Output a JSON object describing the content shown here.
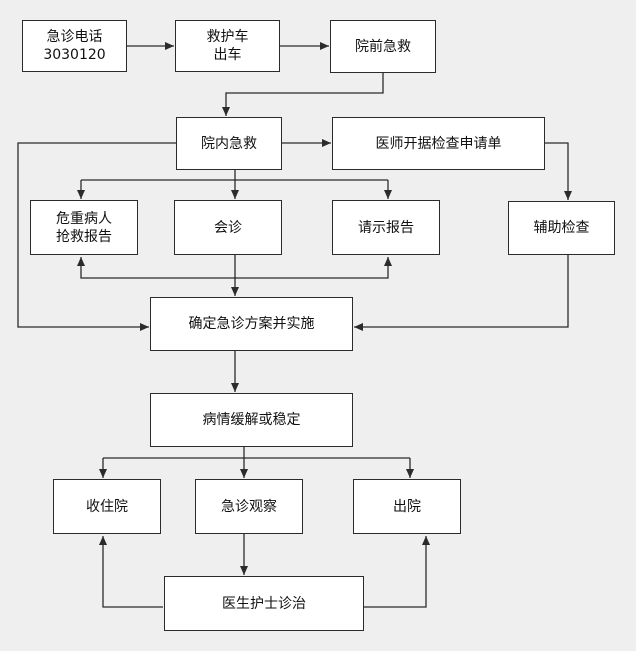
{
  "nodes": {
    "emergency_phone": {
      "label": "急诊电话",
      "sub": "3030120"
    },
    "ambulance": {
      "label": "救护车",
      "sub": "出车"
    },
    "prehospital": {
      "label": "院前急救"
    },
    "inhospital": {
      "label": "院内急救"
    },
    "doctor_request": {
      "label": "医师开据检查申请单"
    },
    "critical_report": {
      "label": "危重病人",
      "sub": "抢救报告"
    },
    "consultation": {
      "label": "会诊"
    },
    "request_report": {
      "label": "请示报告"
    },
    "aux_exam": {
      "label": "辅助检查"
    },
    "plan": {
      "label": "确定急诊方案并实施"
    },
    "stable": {
      "label": "病情缓解或稳定"
    },
    "admit": {
      "label": "收住院"
    },
    "observation": {
      "label": "急诊观察"
    },
    "discharge": {
      "label": "出院"
    },
    "care": {
      "label": "医生护士诊治"
    }
  },
  "colors": {
    "line": "#2b2b2b",
    "box_fill": "#ffffff",
    "background": "#efefef"
  }
}
